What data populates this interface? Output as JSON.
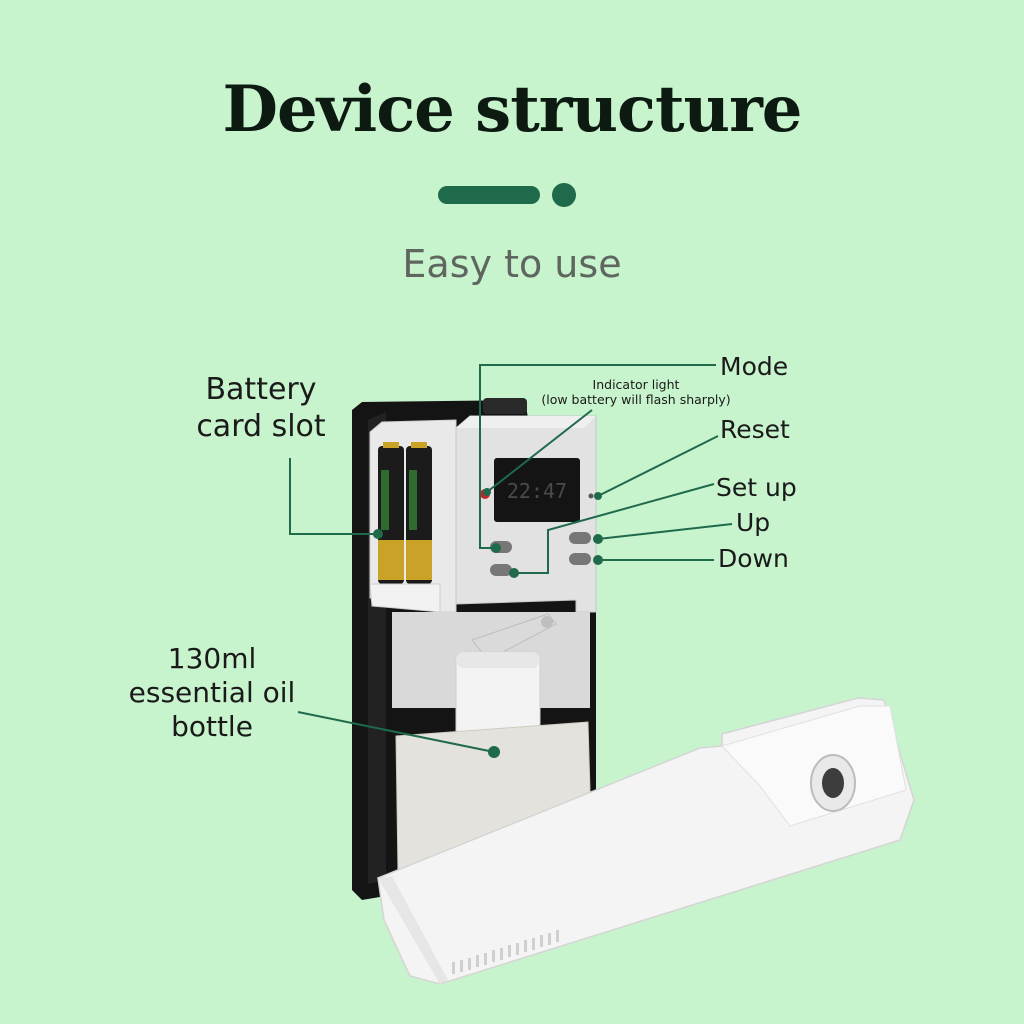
{
  "title": "Device structure",
  "subtitle": "Easy to use",
  "lcd_time": "22:47",
  "labels": {
    "battery_slot": "Battery\ncard slot",
    "bottle": "130ml\nessential oil\nbottle",
    "mode": "Mode",
    "indicator": "Indicator light\n(low battery will flash sharply)",
    "reset": "Reset",
    "setup": "Set up",
    "up": "Up",
    "down": "Down"
  },
  "colors": {
    "background": "#c7f3cd",
    "accent": "#1e6a4b",
    "indicator_led": "#c0262a"
  }
}
